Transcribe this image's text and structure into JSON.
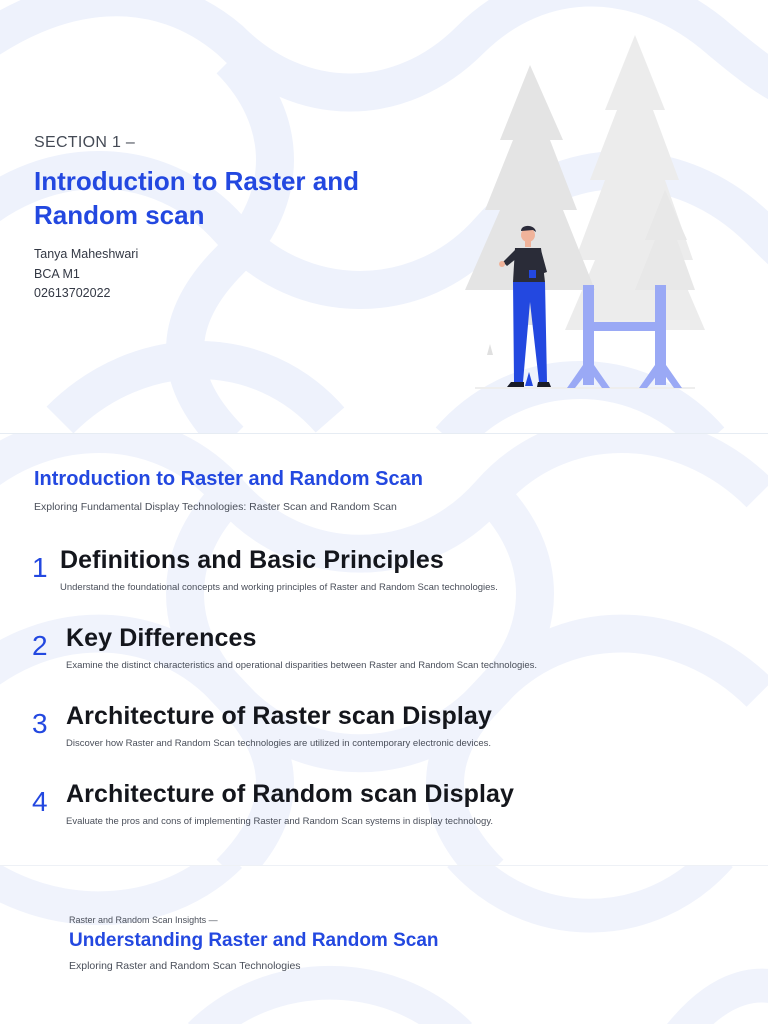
{
  "slide1": {
    "section_label": "SECTION 1 –",
    "title": "Introduction to Raster and Random scan",
    "author": {
      "name": "Tanya Maheshwari",
      "course": "BCA M1",
      "roll_number": "02613702022"
    }
  },
  "slide2": {
    "title": "Introduction to Raster and Random Scan",
    "subtitle": "Exploring Fundamental Display Technologies: Raster Scan and Random Scan",
    "items": [
      {
        "number": "1",
        "title": "Definitions and Basic Principles",
        "description": "Understand the foundational concepts and working principles of Raster and Random Scan technologies."
      },
      {
        "number": "2",
        "title": "Key Differences",
        "description": "Examine the distinct characteristics and operational disparities between Raster and Random Scan technologies."
      },
      {
        "number": "3",
        "title": "Architecture of Raster scan Display",
        "description": "Discover how Raster and Random Scan technologies are utilized in contemporary electronic devices."
      },
      {
        "number": "4",
        "title": "Architecture of Random scan Display",
        "description": "Evaluate the pros and cons of implementing Raster and Random Scan systems in display technology."
      }
    ]
  },
  "slide3": {
    "label": "Raster and Random Scan Insights  —",
    "title": "Understanding Raster and Random Scan",
    "subtitle": "Exploring Raster and Random Scan Technologies"
  },
  "colors": {
    "accent": "#2348e0",
    "wave": "#eef2fc",
    "tree": "#e6e6e6",
    "frame": "#9aa9f5"
  },
  "illustration": "person-standing-among-trees"
}
